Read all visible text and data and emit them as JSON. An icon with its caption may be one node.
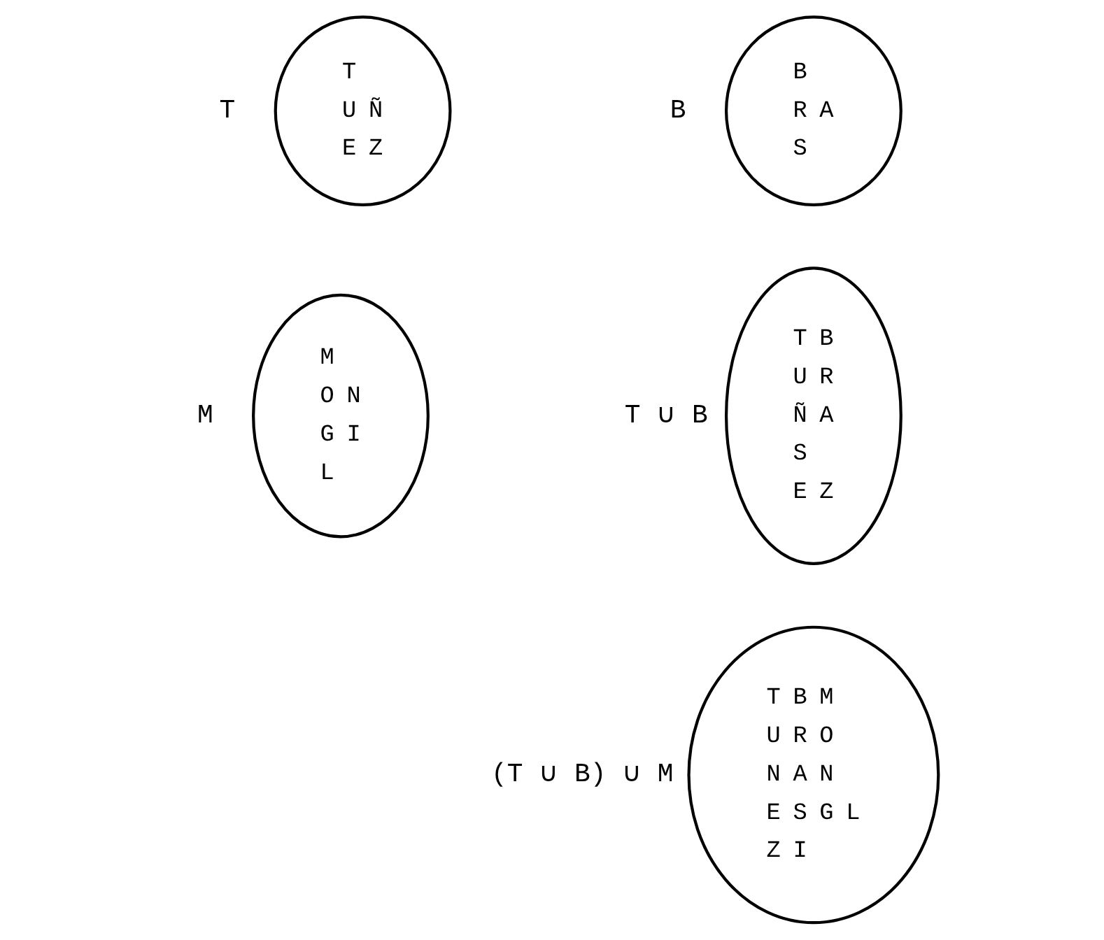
{
  "diagram": {
    "nodes": [
      {
        "text": [
          "T",
          "U",
          "Ñ",
          "E",
          "Z"
        ],
        "beside": [
          "T"
        ]
      },
      {
        "text": [
          "B",
          "R",
          "A",
          "S"
        ],
        "beside": [
          "B"
        ]
      },
      {
        "text": [
          "M",
          "O",
          "N",
          "G",
          "I",
          "L"
        ],
        "beside": [
          "M"
        ]
      },
      {
        "text": [
          "T",
          "B",
          "U",
          "R",
          "Ñ",
          "A",
          "S",
          "E",
          "Z"
        ],
        "beside": [
          "T ∪ B"
        ]
      },
      {
        "text": [
          "T",
          "B",
          "M",
          "U",
          "R",
          "O",
          "N",
          "A",
          "N",
          "E",
          "S",
          "G",
          "L",
          "Z",
          "I"
        ],
        "beside": [
          "(T ∪ B) ∪ M"
        ]
      }
    ]
  }
}
